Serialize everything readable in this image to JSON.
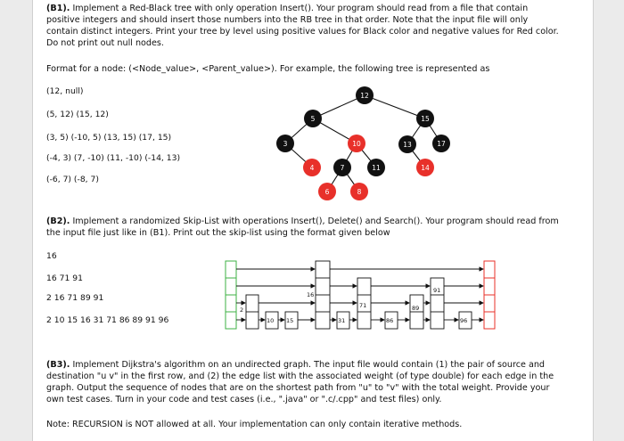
{
  "b1": {
    "heading": "(B1).",
    "lines": [
      "Implement a Red-Black tree with only operation Insert(). Your program should read from a file that contain",
      "positive integers and should insert those numbers into the RB tree in that order. Note that the input file will only",
      "contain distinct integers. Print your tree by level using positive values for Black color and negative values for Red color.",
      "Do not print out null nodes."
    ],
    "format": "Format for a node: (<Node_value>, <Parent_value>). For example, the following tree is represented as",
    "levels": [
      "(12, null)",
      "(5, 12) (15, 12)",
      "(3, 5) (-10, 5) (13, 15) (17, 15)",
      "(-4, 3) (7, -10) (11, -10) (-14, 13)",
      "(-6, 7) (-8, 7)"
    ],
    "tree_nodes": [
      {
        "v": "12",
        "c": "black"
      },
      {
        "v": "5",
        "c": "black"
      },
      {
        "v": "15",
        "c": "black"
      },
      {
        "v": "3",
        "c": "black"
      },
      {
        "v": "10",
        "c": "red"
      },
      {
        "v": "13",
        "c": "black"
      },
      {
        "v": "17",
        "c": "black"
      },
      {
        "v": "4",
        "c": "red"
      },
      {
        "v": "7",
        "c": "black"
      },
      {
        "v": "11",
        "c": "black"
      },
      {
        "v": "14",
        "c": "red"
      },
      {
        "v": "6",
        "c": "red"
      },
      {
        "v": "8",
        "c": "red"
      }
    ]
  },
  "b2": {
    "heading": "(B2).",
    "lines": [
      "Implement a randomized Skip-List with operations Insert(), Delete() and Search(). Your program should read from",
      "the input file just like in (B1). Print out the skip-list using the format given below"
    ],
    "levels": [
      "16",
      "16 71 91",
      "2 16 71 89 91",
      "2 10 15 16 31 71 86 89 91 96"
    ],
    "node_labels": [
      "2",
      "10",
      "15",
      "16",
      "31",
      "71",
      "86",
      "89",
      "91",
      "96"
    ]
  },
  "b3": {
    "heading": "(B3).",
    "lines": [
      "Implement Dijkstra's algorithm on an undirected graph. The input file would contain (1) the pair of source and",
      "destination \"u v\" in the first row, and (2) the edge list with the associated weight (of type double) for each edge in the",
      "graph. Output the sequence of nodes that are on the shortest path from \"u\" to \"v\" with the total weight. Provide your",
      "own test cases. Turn in your code and test cases (i.e., \".java\" or \".c/.cpp\" and test files) only."
    ],
    "note": "Note: RECURSION is NOT allowed at all. Your implementation can only contain iterative methods."
  },
  "colors": {
    "black_node": "#111111",
    "red_node": "#e8302a",
    "head_green": "#3cb043",
    "tail_red": "#e8302a"
  }
}
